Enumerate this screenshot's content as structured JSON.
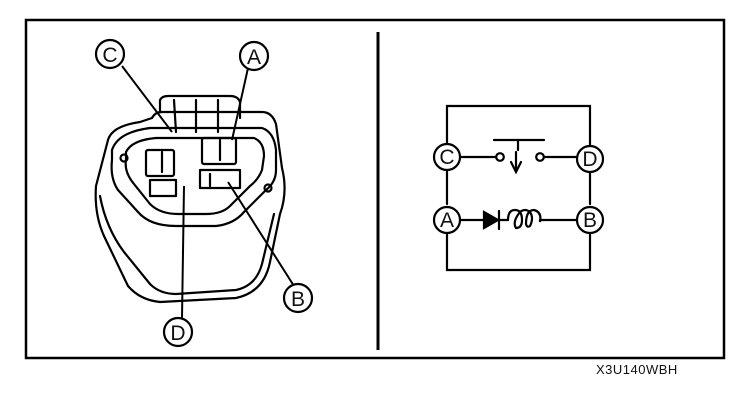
{
  "figure": {
    "reference_code": "X3U140WBH",
    "relay_callouts": [
      "A",
      "B",
      "C",
      "D"
    ],
    "schematic_terminals": [
      "A",
      "B",
      "C",
      "D"
    ]
  }
}
